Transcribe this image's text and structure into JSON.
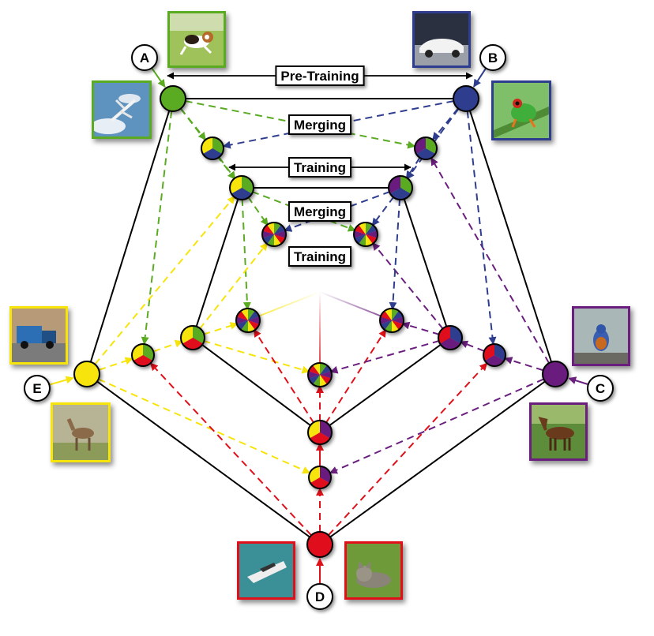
{
  "colors": {
    "A": "#5aaa22",
    "B": "#2e3d8e",
    "C": "#6a1f7e",
    "D": "#e0101a",
    "E": "#f7e40a",
    "edge": "#000000"
  },
  "vertices": [
    {
      "id": "A",
      "letter": "A",
      "color_key": "A",
      "photos": [
        "dog",
        "airplane"
      ]
    },
    {
      "id": "B",
      "letter": "B",
      "color_key": "B",
      "photos": [
        "car",
        "frog"
      ]
    },
    {
      "id": "C",
      "letter": "C",
      "color_key": "C",
      "photos": [
        "bird",
        "horse"
      ]
    },
    {
      "id": "D",
      "letter": "D",
      "color_key": "D",
      "photos": [
        "ship",
        "cat"
      ]
    },
    {
      "id": "E",
      "letter": "E",
      "color_key": "E",
      "photos": [
        "truck",
        "deer"
      ]
    }
  ],
  "labels": {
    "pretraining": "Pre-Training",
    "merging1": "Merging",
    "training1": "Training",
    "merging2": "Merging",
    "training2": "Training"
  }
}
